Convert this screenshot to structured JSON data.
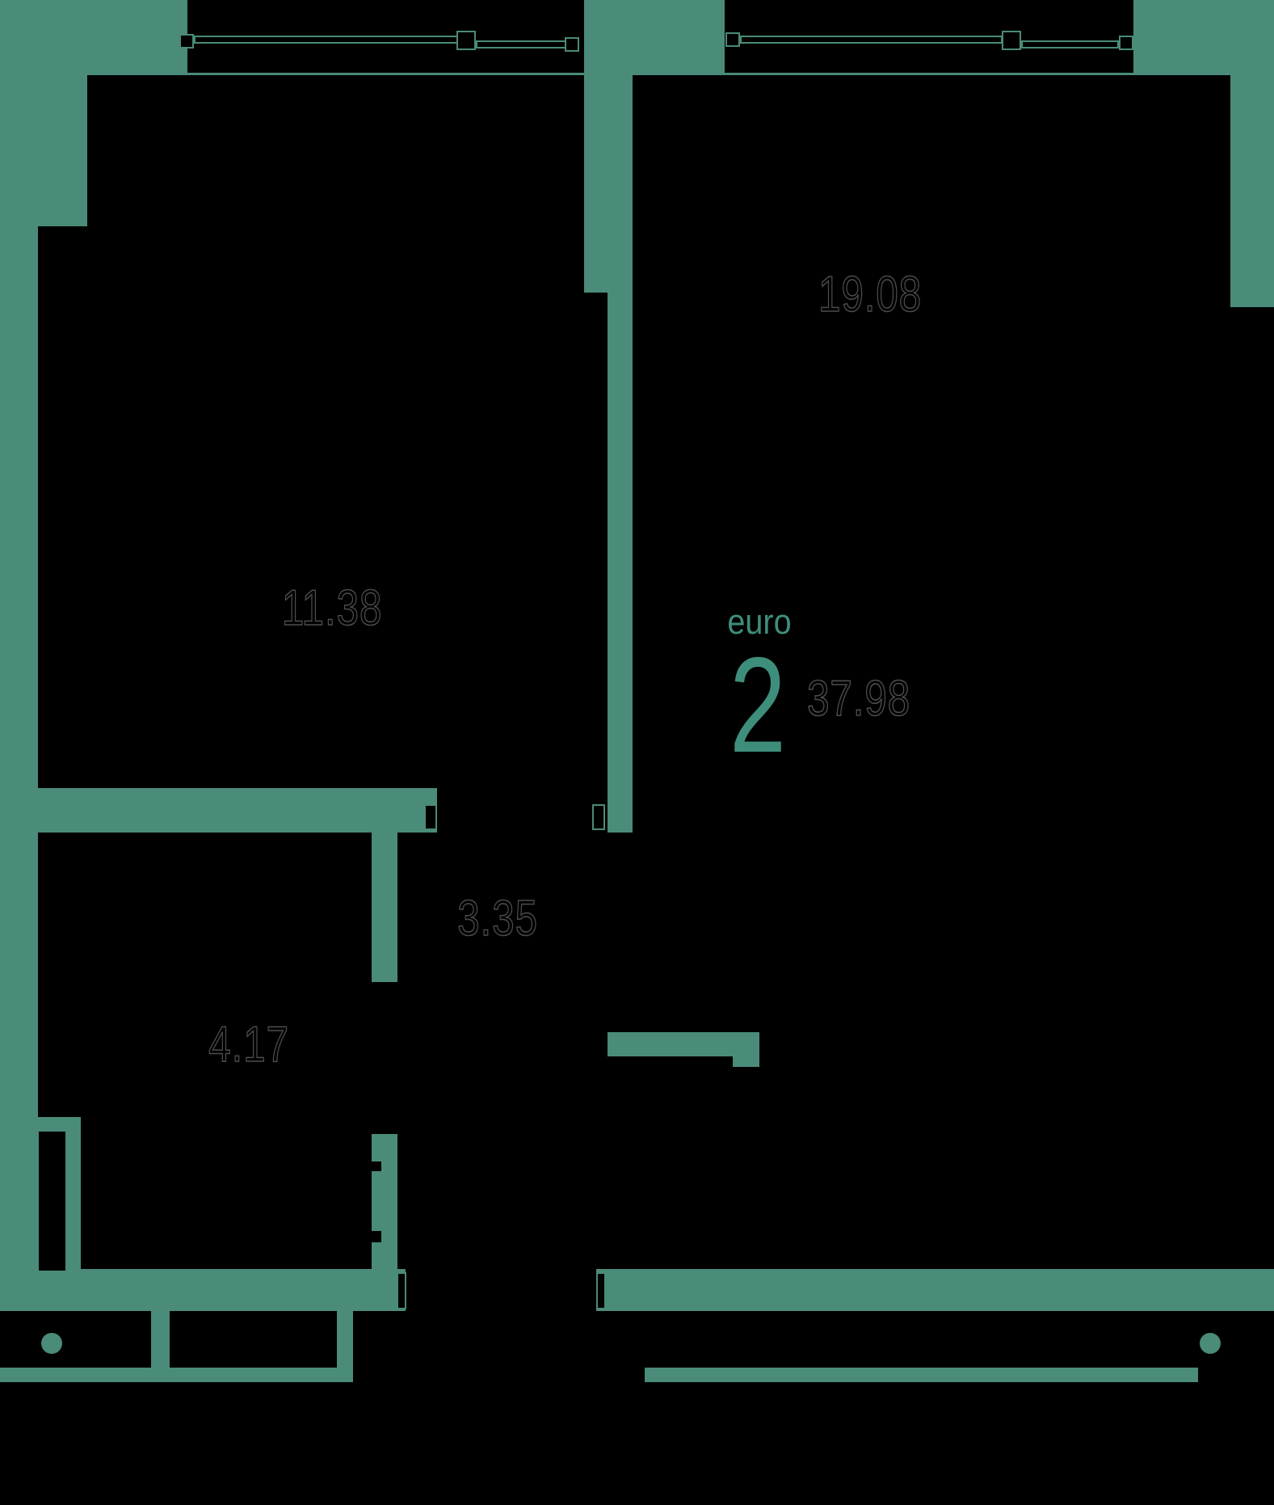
{
  "floor_plan": {
    "unit": {
      "type_label": "euro",
      "rooms_count": "2",
      "total_area": "37.98"
    },
    "areas": {
      "living_room": "19.08",
      "bedroom": "11.38",
      "hallway": "3.35",
      "bathroom": "4.17"
    },
    "colors": {
      "teal": "#4a8b79",
      "accent_teal": "#3e8e7c",
      "plan_black": "#000000",
      "area_outline": "#4d4d4d"
    }
  }
}
